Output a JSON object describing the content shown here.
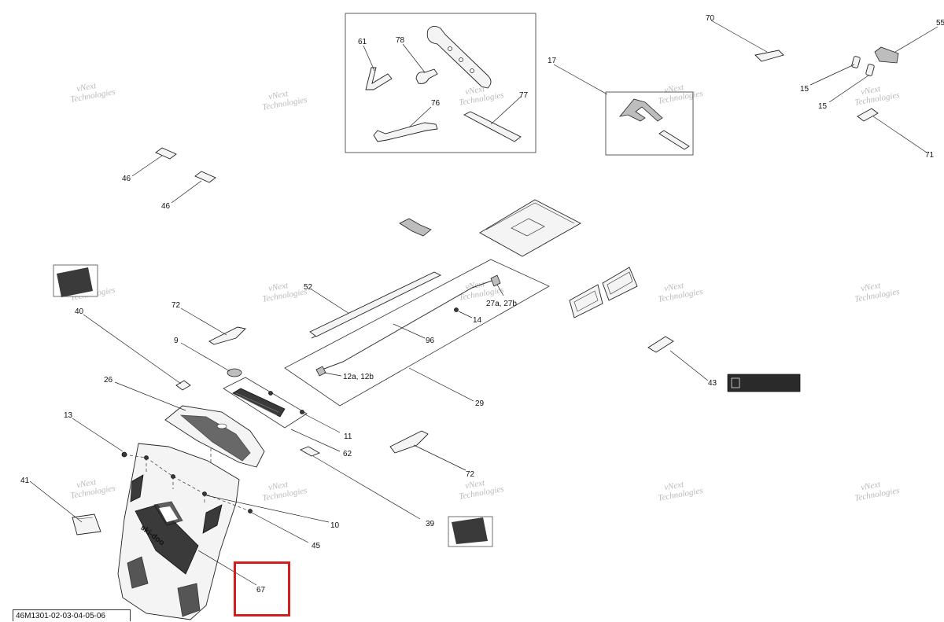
{
  "drawing_ref": "46M1301-02-03-04-05-06",
  "watermark": {
    "line1": "vNext",
    "line2": "Technologies"
  },
  "callouts": {
    "c61": "61",
    "c78": "78",
    "c76": "76",
    "c77": "77",
    "c17": "17",
    "c70": "70",
    "c55": "55",
    "c15a": "15",
    "c15b": "15",
    "c71": "71",
    "c46a": "46",
    "c46b": "46",
    "c52": "52",
    "c27": "27a, 27b",
    "c14": "14",
    "c96": "96",
    "c12": "12a, 12b",
    "c29": "29",
    "c72a": "72",
    "c40": "40",
    "c9": "9",
    "c43": "43",
    "c26": "26",
    "c11": "11",
    "c62": "62",
    "c13": "13",
    "c72b": "72",
    "c41": "41",
    "c10": "10",
    "c39": "39",
    "c45": "45",
    "c67": "67"
  },
  "hood_logo": "ski-doo",
  "highlight_color": "#d11f1f"
}
